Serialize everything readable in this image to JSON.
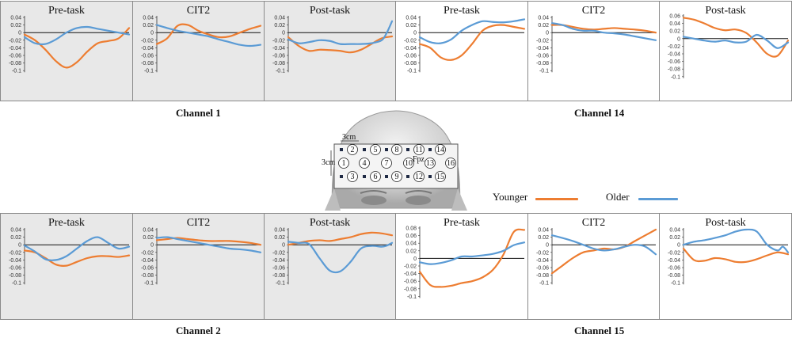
{
  "colors": {
    "younger": "#ED7D31",
    "older": "#5B9BD5",
    "grey_panel": "#e8e8e8"
  },
  "channel_labels": {
    "ch1": "Channel 1",
    "ch14": "Channel 14",
    "ch2": "Channel 2",
    "ch15": "Channel 15"
  },
  "legend": {
    "younger": "Younger",
    "older": "Older"
  },
  "probe": {
    "top_row": [
      "2",
      "5",
      "8",
      "11",
      "14"
    ],
    "mid_row": [
      "1",
      "4",
      "7",
      "10",
      "13",
      "16"
    ],
    "bottom_row": [
      "3",
      "6",
      "9",
      "12",
      "15"
    ],
    "scale_top": "3cm",
    "scale_side": "3cm",
    "marker": "Fpz"
  },
  "chart_data": [
    {
      "id": "ch1-pre",
      "type": "line",
      "channel": "Channel 1",
      "title": "Pre-task",
      "ylim": [
        -0.1,
        0.04
      ],
      "yticks": [
        "0.04",
        "0.02",
        "0",
        "-0.02",
        "-0.04",
        "-0.06",
        "-0.08",
        "-0.1"
      ],
      "series": [
        {
          "name": "Younger",
          "x": [
            0,
            0.1,
            0.2,
            0.3,
            0.4,
            0.5,
            0.6,
            0.7,
            0.8,
            0.9,
            1
          ],
          "values": [
            -0.005,
            -0.02,
            -0.045,
            -0.075,
            -0.092,
            -0.078,
            -0.05,
            -0.028,
            -0.022,
            -0.015,
            0.012
          ]
        },
        {
          "name": "Older",
          "x": [
            0,
            0.1,
            0.2,
            0.3,
            0.4,
            0.5,
            0.6,
            0.7,
            0.8,
            0.9,
            1
          ],
          "values": [
            -0.012,
            -0.028,
            -0.03,
            -0.018,
            0.0,
            0.012,
            0.015,
            0.01,
            0.005,
            0.0,
            -0.005
          ]
        }
      ]
    },
    {
      "id": "ch1-cit2",
      "type": "line",
      "channel": "Channel 1",
      "title": "CIT2",
      "ylim": [
        -0.1,
        0.04
      ],
      "yticks": [
        "0.04",
        "0.02",
        "0",
        "-0.02",
        "-0.04",
        "-0.06",
        "-0.08",
        "-0.1"
      ],
      "series": [
        {
          "name": "Younger",
          "x": [
            0,
            0.1,
            0.2,
            0.3,
            0.4,
            0.5,
            0.6,
            0.7,
            0.8,
            0.9,
            1
          ],
          "values": [
            -0.03,
            -0.015,
            0.018,
            0.02,
            0.005,
            -0.005,
            -0.012,
            -0.01,
            0.0,
            0.01,
            0.018
          ]
        },
        {
          "name": "Older",
          "x": [
            0,
            0.1,
            0.2,
            0.3,
            0.4,
            0.5,
            0.6,
            0.7,
            0.8,
            0.9,
            1
          ],
          "values": [
            0.02,
            0.012,
            0.005,
            0.0,
            -0.005,
            -0.01,
            -0.018,
            -0.025,
            -0.032,
            -0.035,
            -0.032
          ]
        }
      ]
    },
    {
      "id": "ch1-post",
      "type": "line",
      "channel": "Channel 1",
      "title": "Post-task",
      "ylim": [
        -0.1,
        0.04
      ],
      "yticks": [
        "0.04",
        "0.02",
        "0",
        "-0.02",
        "-0.04",
        "-0.06",
        "-0.08",
        "-0.1"
      ],
      "series": [
        {
          "name": "Younger",
          "x": [
            0,
            0.1,
            0.2,
            0.3,
            0.4,
            0.5,
            0.6,
            0.7,
            0.8,
            0.9,
            1
          ],
          "values": [
            -0.012,
            -0.035,
            -0.048,
            -0.045,
            -0.046,
            -0.048,
            -0.052,
            -0.045,
            -0.03,
            -0.015,
            -0.01
          ]
        },
        {
          "name": "Older",
          "x": [
            0,
            0.1,
            0.2,
            0.3,
            0.4,
            0.5,
            0.6,
            0.7,
            0.8,
            0.9,
            0.95,
            1
          ],
          "values": [
            -0.018,
            -0.028,
            -0.025,
            -0.02,
            -0.022,
            -0.03,
            -0.03,
            -0.03,
            -0.028,
            -0.02,
            0.0,
            0.03
          ]
        }
      ]
    },
    {
      "id": "ch14-pre",
      "type": "line",
      "channel": "Channel 14",
      "title": "Pre-task",
      "ylim": [
        -0.1,
        0.04
      ],
      "yticks": [
        "0.04",
        "0.02",
        "0",
        "-0.02",
        "-0.04",
        "-0.06",
        "-0.08",
        "-0.1"
      ],
      "series": [
        {
          "name": "Younger",
          "x": [
            0,
            0.1,
            0.2,
            0.3,
            0.4,
            0.5,
            0.6,
            0.7,
            0.8,
            0.9,
            1
          ],
          "values": [
            -0.03,
            -0.04,
            -0.065,
            -0.072,
            -0.06,
            -0.03,
            0.005,
            0.018,
            0.02,
            0.015,
            0.01
          ]
        },
        {
          "name": "Older",
          "x": [
            0,
            0.1,
            0.2,
            0.3,
            0.4,
            0.5,
            0.6,
            0.7,
            0.8,
            0.9,
            1
          ],
          "values": [
            -0.012,
            -0.025,
            -0.028,
            -0.018,
            0.005,
            0.02,
            0.03,
            0.028,
            0.027,
            0.03,
            0.035
          ]
        }
      ]
    },
    {
      "id": "ch14-cit2",
      "type": "line",
      "channel": "Channel 14",
      "title": "CIT2",
      "ylim": [
        -0.1,
        0.04
      ],
      "yticks": [
        "0.04",
        "0.02",
        "0",
        "-0.02",
        "-0.04",
        "-0.06",
        "-0.08",
        "-0.1"
      ],
      "series": [
        {
          "name": "Younger",
          "x": [
            0,
            0.1,
            0.2,
            0.3,
            0.4,
            0.5,
            0.6,
            0.7,
            0.8,
            0.9,
            1
          ],
          "values": [
            0.02,
            0.02,
            0.015,
            0.01,
            0.008,
            0.01,
            0.012,
            0.01,
            0.008,
            0.005,
            0.0
          ]
        },
        {
          "name": "Older",
          "x": [
            0,
            0.1,
            0.2,
            0.3,
            0.4,
            0.5,
            0.6,
            0.7,
            0.8,
            0.9,
            1
          ],
          "values": [
            0.025,
            0.02,
            0.01,
            0.005,
            0.005,
            0.0,
            -0.002,
            -0.005,
            -0.01,
            -0.015,
            -0.02
          ]
        }
      ]
    },
    {
      "id": "ch14-post",
      "type": "line",
      "channel": "Channel 14",
      "title": "Post-task",
      "ylim": [
        -0.1,
        0.06
      ],
      "yticks": [
        "0.06",
        "0.04",
        "0.02",
        "0",
        "-0.02",
        "-0.04",
        "-0.06",
        "-0.08",
        "-0.1"
      ],
      "series": [
        {
          "name": "Younger",
          "x": [
            0,
            0.1,
            0.2,
            0.3,
            0.4,
            0.5,
            0.6,
            0.7,
            0.8,
            0.9,
            1
          ],
          "values": [
            0.055,
            0.05,
            0.04,
            0.028,
            0.022,
            0.024,
            0.015,
            -0.01,
            -0.04,
            -0.045,
            -0.005
          ]
        },
        {
          "name": "Older",
          "x": [
            0,
            0.1,
            0.2,
            0.3,
            0.4,
            0.5,
            0.6,
            0.7,
            0.8,
            0.9,
            1
          ],
          "values": [
            0.005,
            0.0,
            -0.005,
            -0.008,
            -0.005,
            -0.01,
            -0.008,
            0.01,
            -0.005,
            -0.025,
            -0.01
          ]
        }
      ]
    },
    {
      "id": "ch2-pre",
      "type": "line",
      "channel": "Channel 2",
      "title": "Pre-task",
      "ylim": [
        -0.1,
        0.04
      ],
      "yticks": [
        "0.04",
        "0.02",
        "0",
        "-0.02",
        "-0.04",
        "-0.06",
        "-0.08",
        "-0.1"
      ],
      "series": [
        {
          "name": "Younger",
          "x": [
            0,
            0.1,
            0.2,
            0.3,
            0.4,
            0.5,
            0.6,
            0.7,
            0.8,
            0.9,
            1
          ],
          "values": [
            -0.015,
            -0.02,
            -0.035,
            -0.052,
            -0.055,
            -0.045,
            -0.035,
            -0.03,
            -0.03,
            -0.032,
            -0.028
          ]
        },
        {
          "name": "Older",
          "x": [
            0,
            0.1,
            0.2,
            0.3,
            0.4,
            0.5,
            0.6,
            0.7,
            0.8,
            0.9,
            1
          ],
          "values": [
            -0.002,
            -0.018,
            -0.038,
            -0.04,
            -0.03,
            -0.01,
            0.01,
            0.02,
            0.005,
            -0.01,
            -0.005
          ]
        }
      ]
    },
    {
      "id": "ch2-cit2",
      "type": "line",
      "channel": "Channel 2",
      "title": "CIT2",
      "ylim": [
        -0.1,
        0.04
      ],
      "yticks": [
        "0.04",
        "0.02",
        "0",
        "-0.02",
        "-0.04",
        "-0.06",
        "-0.08",
        "-0.1"
      ],
      "series": [
        {
          "name": "Younger",
          "x": [
            0,
            0.1,
            0.2,
            0.3,
            0.4,
            0.5,
            0.6,
            0.7,
            0.8,
            0.9,
            1
          ],
          "values": [
            0.012,
            0.015,
            0.018,
            0.015,
            0.012,
            0.01,
            0.01,
            0.01,
            0.008,
            0.005,
            0.0
          ]
        },
        {
          "name": "Older",
          "x": [
            0,
            0.1,
            0.2,
            0.3,
            0.4,
            0.5,
            0.6,
            0.7,
            0.8,
            0.9,
            1
          ],
          "values": [
            0.018,
            0.02,
            0.015,
            0.01,
            0.005,
            0.0,
            -0.005,
            -0.01,
            -0.012,
            -0.015,
            -0.02
          ]
        }
      ]
    },
    {
      "id": "ch2-post",
      "type": "line",
      "channel": "Channel 2",
      "title": "Post-task",
      "ylim": [
        -0.1,
        0.04
      ],
      "yticks": [
        "0.04",
        "0.02",
        "0",
        "-0.02",
        "-0.04",
        "-0.06",
        "-0.08",
        "-0.1"
      ],
      "series": [
        {
          "name": "Younger",
          "x": [
            0,
            0.1,
            0.2,
            0.3,
            0.4,
            0.5,
            0.6,
            0.7,
            0.8,
            0.9,
            1
          ],
          "values": [
            0.0,
            0.005,
            0.01,
            0.012,
            0.01,
            0.015,
            0.02,
            0.028,
            0.032,
            0.03,
            0.025
          ]
        },
        {
          "name": "Older",
          "x": [
            0,
            0.1,
            0.2,
            0.3,
            0.4,
            0.5,
            0.6,
            0.7,
            0.8,
            0.9,
            0.95,
            1
          ],
          "values": [
            0.008,
            0.005,
            0.002,
            -0.035,
            -0.068,
            -0.07,
            -0.045,
            -0.01,
            -0.003,
            -0.005,
            -0.002,
            0.005
          ]
        }
      ]
    },
    {
      "id": "ch15-pre",
      "type": "line",
      "channel": "Channel 15",
      "title": "Pre-task",
      "ylim": [
        -0.1,
        0.08
      ],
      "yticks": [
        "0.08",
        "0.06",
        "0.04",
        "0.02",
        "0",
        "-0.02",
        "-0.04",
        "-0.06",
        "-0.08",
        "-0.1"
      ],
      "series": [
        {
          "name": "Younger",
          "x": [
            0,
            0.1,
            0.2,
            0.3,
            0.4,
            0.5,
            0.6,
            0.7,
            0.8,
            0.9,
            1
          ],
          "values": [
            -0.035,
            -0.07,
            -0.075,
            -0.072,
            -0.065,
            -0.06,
            -0.05,
            -0.03,
            0.01,
            0.07,
            0.075
          ]
        },
        {
          "name": "Older",
          "x": [
            0,
            0.1,
            0.2,
            0.3,
            0.4,
            0.5,
            0.6,
            0.7,
            0.8,
            0.9,
            1
          ],
          "values": [
            -0.01,
            -0.015,
            -0.012,
            -0.005,
            0.005,
            0.005,
            0.008,
            0.012,
            0.02,
            0.035,
            0.042
          ]
        }
      ]
    },
    {
      "id": "ch15-cit2",
      "type": "line",
      "channel": "Channel 15",
      "title": "CIT2",
      "ylim": [
        -0.1,
        0.04
      ],
      "yticks": [
        "0.04",
        "0.02",
        "0",
        "-0.02",
        "-0.04",
        "-0.06",
        "-0.08",
        "-0.1"
      ],
      "series": [
        {
          "name": "Younger",
          "x": [
            0,
            0.1,
            0.2,
            0.3,
            0.4,
            0.5,
            0.6,
            0.7,
            0.8,
            0.9,
            1
          ],
          "values": [
            -0.075,
            -0.055,
            -0.035,
            -0.02,
            -0.015,
            -0.01,
            -0.012,
            -0.005,
            0.01,
            0.025,
            0.04
          ]
        },
        {
          "name": "Older",
          "x": [
            0,
            0.1,
            0.2,
            0.3,
            0.4,
            0.5,
            0.6,
            0.7,
            0.8,
            0.9,
            1
          ],
          "values": [
            0.025,
            0.018,
            0.01,
            0.0,
            -0.01,
            -0.015,
            -0.012,
            -0.005,
            0.0,
            -0.005,
            -0.025
          ]
        }
      ]
    },
    {
      "id": "ch15-post",
      "type": "line",
      "channel": "Channel 15",
      "title": "Post-task",
      "ylim": [
        -0.1,
        0.04
      ],
      "yticks": [
        "0.04",
        "0.02",
        "0",
        "-0.02",
        "-0.04",
        "-0.06",
        "-0.08",
        "-0.1"
      ],
      "series": [
        {
          "name": "Younger",
          "x": [
            0,
            0.1,
            0.2,
            0.3,
            0.4,
            0.5,
            0.6,
            0.7,
            0.8,
            0.9,
            1
          ],
          "values": [
            -0.01,
            -0.04,
            -0.042,
            -0.035,
            -0.038,
            -0.045,
            -0.045,
            -0.038,
            -0.028,
            -0.02,
            -0.025
          ]
        },
        {
          "name": "Older",
          "x": [
            0,
            0.1,
            0.2,
            0.3,
            0.4,
            0.5,
            0.6,
            0.7,
            0.8,
            0.9,
            0.95,
            1
          ],
          "values": [
            0.0,
            0.008,
            0.012,
            0.018,
            0.025,
            0.035,
            0.04,
            0.035,
            0.0,
            -0.015,
            -0.005,
            -0.02
          ]
        }
      ]
    }
  ]
}
